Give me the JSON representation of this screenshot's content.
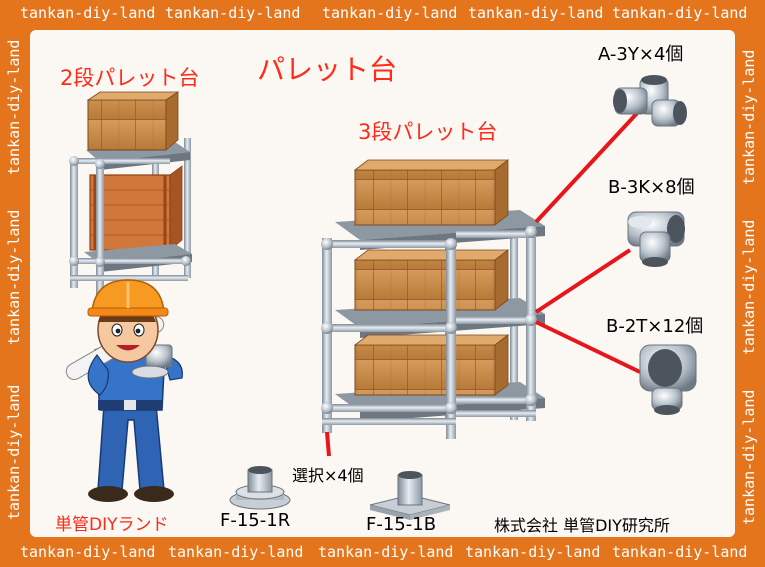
{
  "watermark": "tankan-diy-land",
  "titles": {
    "main": "パレット台",
    "two_tier": "2段パレット台",
    "three_tier": "3段パレット台"
  },
  "parts": {
    "a3y": "A-3Y×4個",
    "b3k": "B-3K×8個",
    "b2t": "B-2T×12個",
    "selection": "選択×4個",
    "f151r": "F-15-1R",
    "f151b": "F-15-1B"
  },
  "brand": "単管DIYランド",
  "company": "株式会社 単管DIY研究所",
  "colors": {
    "frame": "#e4751c",
    "accent_text": "#ff2a1a",
    "connector_line": "#e8161b",
    "box": "#c98a4a",
    "pipe": "#b9c4cf"
  }
}
